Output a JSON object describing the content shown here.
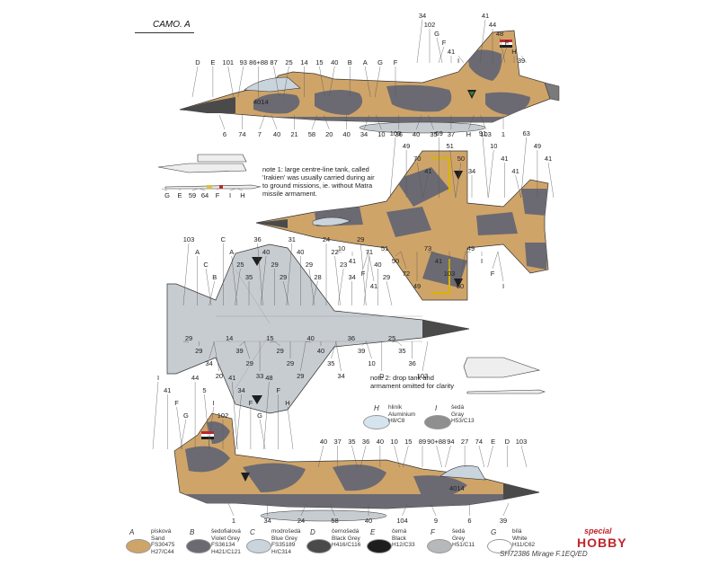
{
  "title": "CAMO. A",
  "kit_code": "SH72386 Mirage F.1EQ/ED",
  "brand": {
    "line1": "special",
    "line2": "HOBBY"
  },
  "notes": [
    "note 1: large centre-line tank, called 'Irakien' was usually carried during air to ground missions, ie. without Matra missile armament.",
    "note 2: drop tank and armament omitted for clarity"
  ],
  "serial": "4014",
  "colors": {
    "sand": "#cfa469",
    "violet_grey": "#6b6a72",
    "blue_grey": "#c9d4dc",
    "black_grey": "#4a4a4a",
    "black": "#1e1e1e",
    "grey": "#b6b8ba",
    "white": "#ffffff",
    "aluminium": "#d6e4ee",
    "gray_h53": "#8f8f90",
    "light_grey": "#c7ccd1"
  },
  "palette": [
    {
      "letter": "A",
      "name_cz": "písková",
      "name_en": "Sand",
      "code1": "FS30475",
      "code2": "H27/C44",
      "color": "#cfa469"
    },
    {
      "letter": "B",
      "name_cz": "šedofialová",
      "name_en": "Violet Grey",
      "code1": "FS36134",
      "code2": "H421/C121",
      "color": "#6b6a72"
    },
    {
      "letter": "C",
      "name_cz": "modrošedá",
      "name_en": "Blue Grey",
      "code1": "FS35189",
      "code2": "H/C314",
      "color": "#c9d4dc"
    },
    {
      "letter": "D",
      "name_cz": "černošedá",
      "name_en": "Black Grey",
      "code1": "H416/C116",
      "code2": "",
      "color": "#4a4a4a"
    },
    {
      "letter": "E",
      "name_cz": "černá",
      "name_en": "Black",
      "code1": "H12/C33",
      "code2": "",
      "color": "#1e1e1e"
    },
    {
      "letter": "F",
      "name_cz": "šedá",
      "name_en": "Grey",
      "code1": "H51/C11",
      "code2": "",
      "color": "#b6b8ba"
    },
    {
      "letter": "G",
      "name_cz": "bílá",
      "name_en": "White",
      "code1": "H11/C62",
      "code2": "",
      "color": "#ffffff"
    }
  ],
  "legend_extra": [
    {
      "letter": "H",
      "name_cz": "hliník",
      "name_en": "Aluminium",
      "code": "H8/C8",
      "color": "#d6e4ee"
    },
    {
      "letter": "I",
      "name_cz": "šedá",
      "name_en": "Gray",
      "code": "H53/C13",
      "color": "#8f8f90"
    }
  ],
  "callouts": {
    "top_side": [
      "D",
      "E",
      "101",
      "93",
      "86+88",
      "87",
      "25",
      "14",
      "15",
      "40",
      "B",
      "A",
      "G",
      "F",
      "34",
      "102",
      "G",
      "F",
      "41",
      "I",
      "41",
      "44",
      "48",
      "F",
      "H",
      "39",
      "6",
      "74",
      "7",
      "40",
      "21",
      "58",
      "20",
      "40",
      "34",
      "10",
      "36",
      "40",
      "35",
      "37",
      "H",
      "103",
      "1"
    ],
    "top_view": [
      "103",
      "49",
      "70",
      "41",
      "69",
      "51",
      "50",
      "34",
      "91",
      "10",
      "41",
      "41",
      "63",
      "49",
      "41",
      "10",
      "41",
      "F",
      "41",
      "51",
      "50",
      "72",
      "49",
      "73",
      "41",
      "103",
      "60",
      "49",
      "I",
      "F",
      "I"
    ],
    "bottom_view": [
      "103",
      "A",
      "C",
      "B",
      "C",
      "A",
      "25",
      "35",
      "36",
      "40",
      "29",
      "29",
      "31",
      "40",
      "29",
      "28",
      "24",
      "22",
      "23",
      "34",
      "29",
      "71",
      "40",
      "29",
      "29",
      "29",
      "34",
      "20",
      "14",
      "39",
      "29",
      "33",
      "15",
      "29",
      "29",
      "29",
      "40",
      "40",
      "35",
      "34",
      "36",
      "39",
      "10",
      "D",
      "25",
      "35",
      "36",
      "103"
    ],
    "bottom_side": [
      "I",
      "41",
      "F",
      "G",
      "44",
      "5",
      "I",
      "102",
      "41",
      "34",
      "F",
      "G",
      "48",
      "F",
      "H",
      "40",
      "37",
      "35",
      "36",
      "40",
      "10",
      "15",
      "89",
      "90+88",
      "94",
      "27",
      "74",
      "E",
      "D",
      "103",
      "1",
      "34",
      "24",
      "58",
      "40",
      "104",
      "9",
      "6",
      "39"
    ],
    "small_items": [
      "G",
      "E",
      "59",
      "64",
      "F",
      "I",
      "H"
    ]
  }
}
